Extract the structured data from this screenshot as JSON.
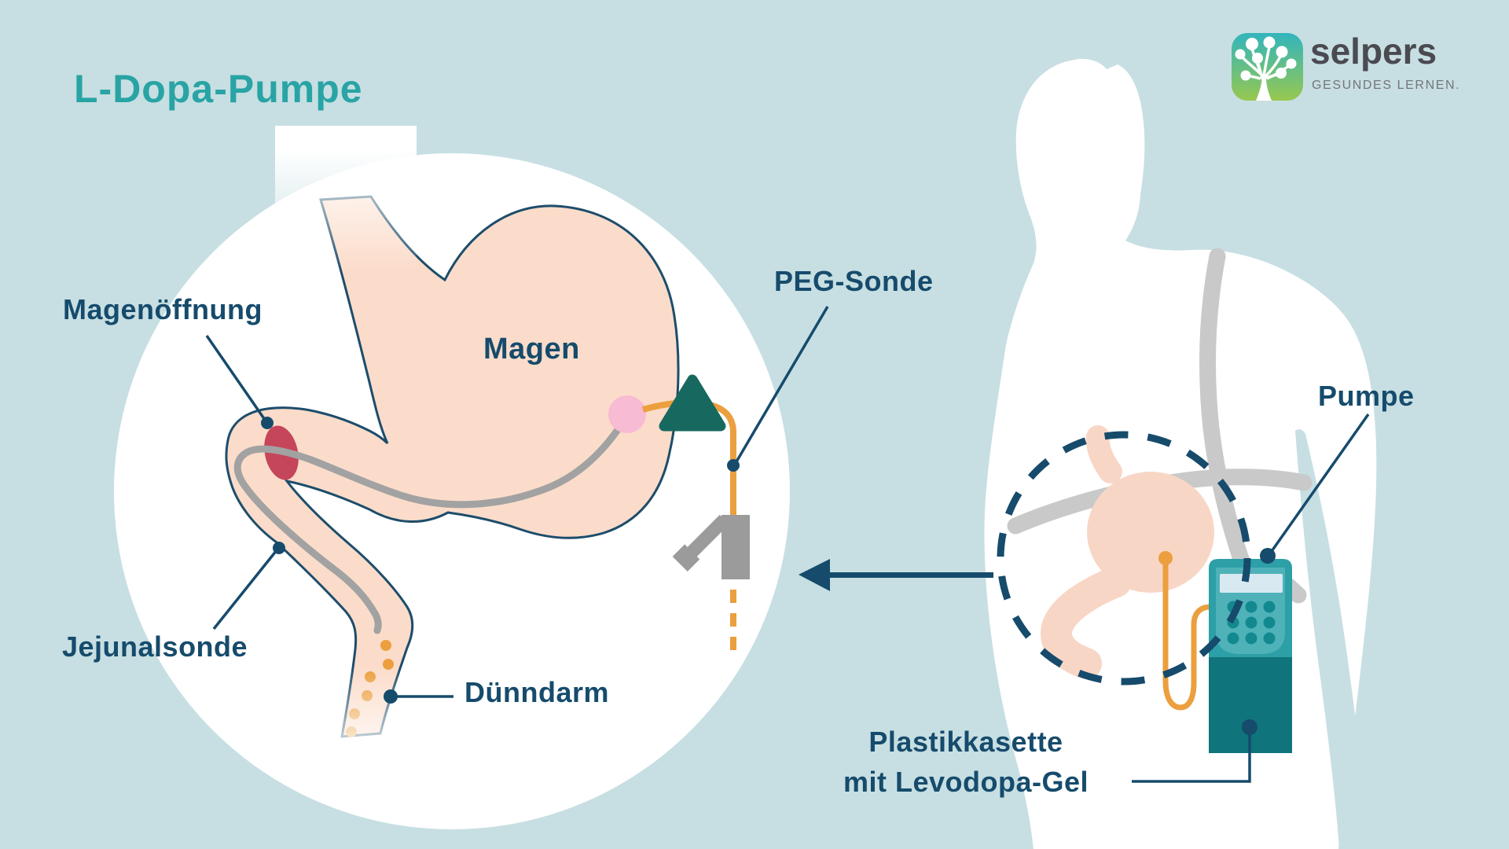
{
  "title": "L-Dopa-Pumpe",
  "logo": {
    "brand": "selpers",
    "tagline": "GESUNDES LERNEN."
  },
  "diagram": {
    "labels": {
      "magenoeffnung": "Magenöffnung",
      "magen": "Magen",
      "peg_sonde": "PEG-Sonde",
      "jejunalsonde": "Jejunalsonde",
      "duenndarm": "Dünndarm",
      "pumpe": "Pumpe",
      "cassette_line1": "Plastikkasette",
      "cassette_line2": "mit Levodopa-Gel"
    }
  },
  "colors": {
    "background": "#C7DFE2",
    "accent_teal": "#29A4A5",
    "label_navy": "#164B6C",
    "stomach_peach": "#FBDCCA",
    "outline_navy": "#1D4D6B",
    "tube_orange": "#EC9F3E",
    "tube_gray": "#A2A2A2",
    "opening_red": "#C5455A",
    "peg_entry_pink": "#F7BBD3",
    "valve_teal": "#17695F",
    "pump_teal": "#2D9FA6",
    "pump_dark_teal": "#0F747B",
    "strap_gray": "#C9C9C9",
    "logo_gradient_top": "#32B5BD",
    "logo_gradient_bottom": "#97C84F"
  }
}
